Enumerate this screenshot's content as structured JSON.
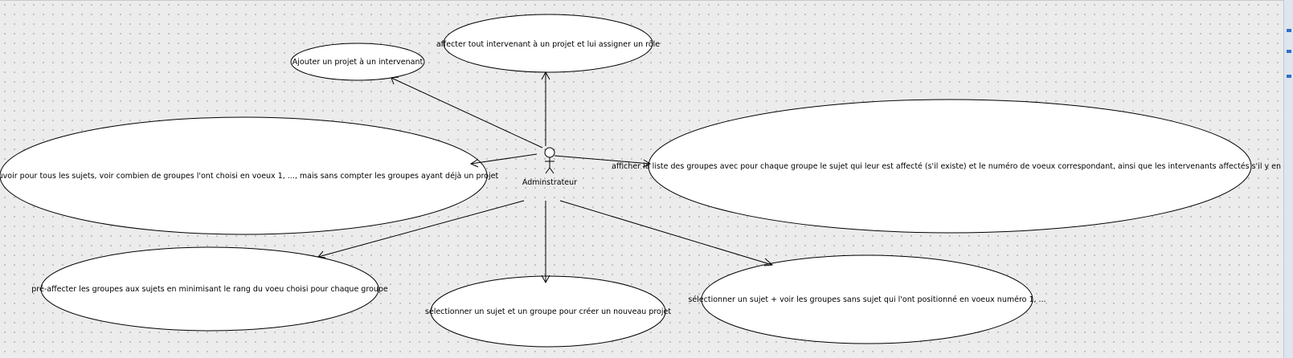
{
  "actor": {
    "name": "Adminstrateur"
  },
  "use_cases": [
    "Ajouter un projet à un intervenant",
    "affecter tout intervenant à un projet et lui assigner un rôle",
    "pouvoir pour tous les sujets, voir combien de groupes l'ont choisi en voeux 1, ..., mais sans compter les groupes ayant déjà un projet",
    "afficher la liste des groupes avec pour chaque groupe le sujet qui leur est affecté (s'il existe) et le numéro de voeux correspondant, ainsi que les intervenants affectés s'il y en a",
    "pré-affecter les groupes aux sujets en minimisant le rang du voeu choisi pour chaque groupe",
    "sélectionner un sujet et un groupe pour créer un nouveau projet",
    "sélectionner un sujet + voir les groupes sans sujet qui l'ont positionné en voeux numéro 1, ..."
  ]
}
